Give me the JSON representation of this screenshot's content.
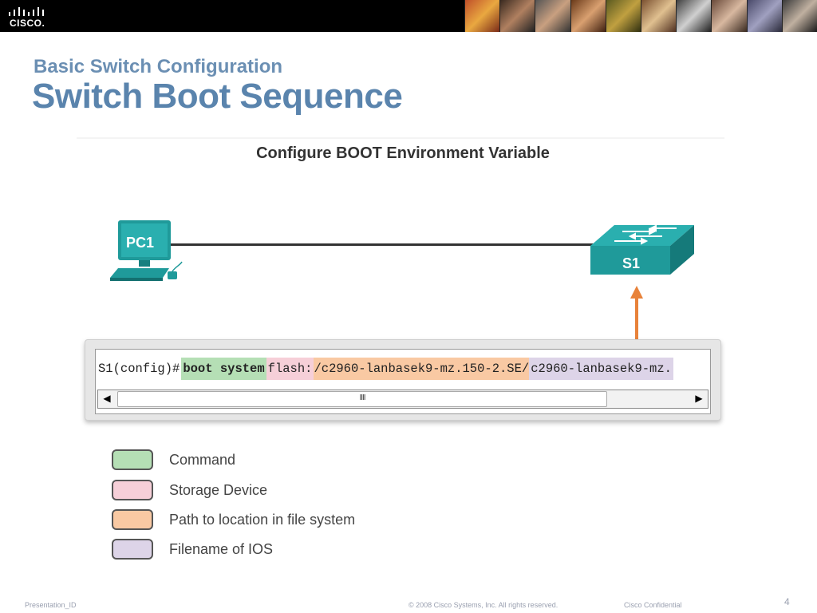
{
  "header": {
    "logo_text": "CISCO.",
    "subtitle": "Basic Switch Configuration",
    "title": "Switch Boot Sequence"
  },
  "figure": {
    "title": "Configure BOOT Environment Variable",
    "pc_label": "PC1",
    "switch_label": "S1",
    "colors": {
      "device": "#1f9a9a",
      "link": "#333333",
      "arrow": "#e8823a"
    }
  },
  "terminal": {
    "prompt": "S1(config)#",
    "command": "boot system",
    "storage": "flash:",
    "path": "/c2960-lanbasek9-mz.150-2.SE/",
    "filename": "c2960-lanbasek9-mz.",
    "scroll_grip": "IIII"
  },
  "legend": {
    "items": [
      {
        "label": "Command",
        "color": "#b5dfb5"
      },
      {
        "label": "Storage Device",
        "color": "#f6cfd8"
      },
      {
        "label": "Path to location in file system",
        "color": "#f9c9a3"
      },
      {
        "label": "Filename of IOS",
        "color": "#ddd4e8"
      }
    ]
  },
  "footer": {
    "presentation_id": "Presentation_ID",
    "copyright": "© 2008 Cisco Systems, Inc. All rights reserved.",
    "confidential": "Cisco Confidential",
    "page_number": "4"
  }
}
